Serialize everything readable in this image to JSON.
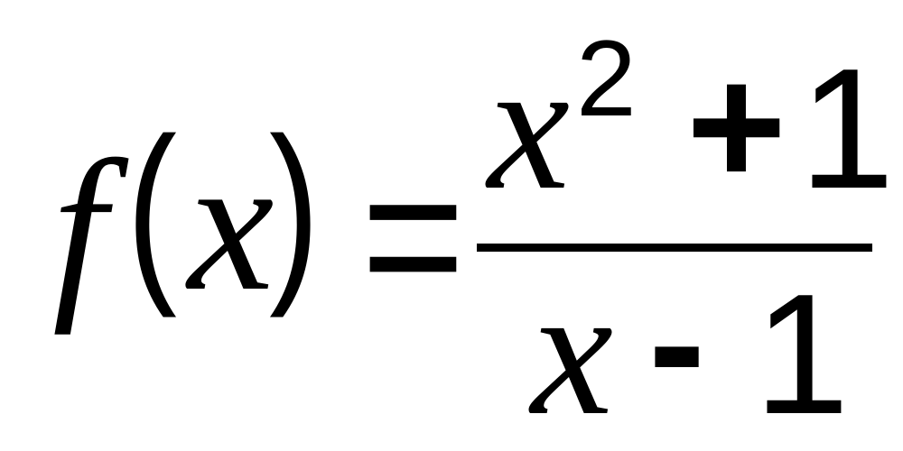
{
  "equation": {
    "lhs": {
      "func": "f",
      "open_paren": "(",
      "var": "x",
      "close_paren": ")"
    },
    "equals": "=",
    "numerator": {
      "base": "x",
      "exponent": "2",
      "operator": "+",
      "constant": "1"
    },
    "denominator": {
      "var": "x",
      "operator": "-",
      "constant": "1"
    }
  },
  "colors": {
    "ink": "#000000",
    "background": "#ffffff"
  }
}
